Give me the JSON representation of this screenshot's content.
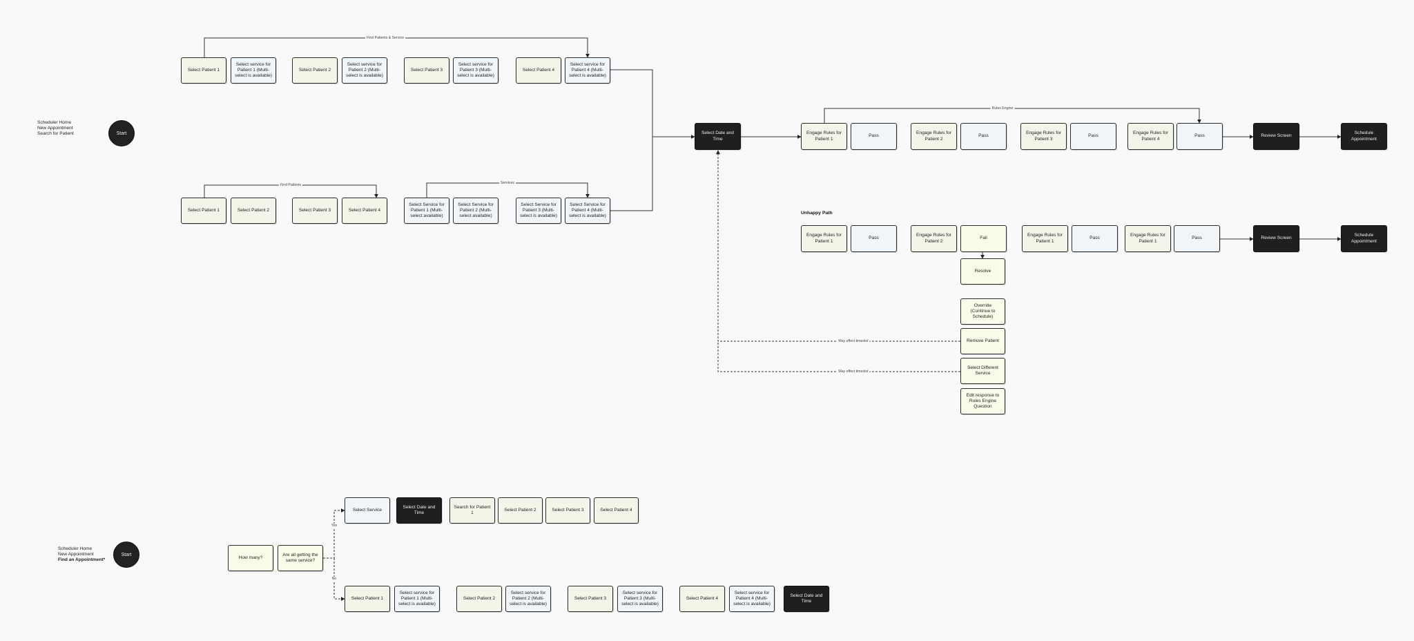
{
  "flow_a": {
    "context": [
      "Scheduler Home",
      "New Appointment",
      "Search for Patient"
    ],
    "start_label": "Start",
    "top_group_label": "Find Patients & Service",
    "top_row": [
      "Select Patient 1",
      "Select service for Patient 1 (Multi-select is available)",
      "Select Patient 2",
      "Select service for Patient 2 (Multi-select is available)",
      "Select Patient 3",
      "Select service for Patient 3 (Multi-select is available)",
      "Select Patient 4",
      "Select service for Patient 4 (Multi-select is available)"
    ],
    "patients_group_label": "Find Patients",
    "services_group_label": "Services",
    "bottom_row": [
      "Select Patient 1",
      "Select Patient 2",
      "Select Patient 3",
      "Select Patient 4",
      "Select Service for Patient 1 (Multi-select available)",
      "Select Service for Patient 2 (Multi-select available)",
      "Select Service for Patient 3 (Multi-select is available)",
      "Select Service for Patient 4 (Multi-select is available)"
    ],
    "select_date_time": "Select Date and Time",
    "rules_engine_label": "Rules Engine",
    "happy_row": [
      "Engage Rules for Patient 1",
      "Pass",
      "Engage Rules for Patient 2",
      "Pass",
      "Engage Rules for Patient 3",
      "Pass",
      "Engage Rules for Patient 4",
      "Pass"
    ],
    "review_screen": "Review Screen",
    "schedule_appointment": "Schedule Appointment",
    "unhappy_label": "Unhappy Path",
    "unhappy_row": [
      "Engage Rules for Patient 1",
      "Pass",
      "Engage Rules for Patient 2",
      "Fail",
      "Engage Rules for Patient 1",
      "Pass",
      "Engage Rules for Patient 1",
      "Pass"
    ],
    "review_screen_2": "Review Screen",
    "schedule_appointment_2": "Schedule Appointment",
    "resolve": "Resolve",
    "options": [
      "Override (Continue to Schedule)",
      "Remove Patient",
      "Select Different Service",
      "Edit response to Rules Engine Question"
    ],
    "may_effect_1": "May effect timeslot",
    "may_effect_2": "May effect timeslot"
  },
  "flow_b": {
    "context": [
      "Scheduler Home",
      "New Appointment",
      "Find an Appointment*"
    ],
    "start_label": "Start",
    "how_many": "How many?",
    "same_service": "Are all getting the same service?",
    "yes_label": "Yes",
    "no_label": "No",
    "yes_row": [
      "Select Service",
      "Select Date and Time",
      "Search for Patient 1",
      "Select Patient 2",
      "Select Patient 3",
      "Select Patient 4"
    ],
    "no_row": [
      "Select Patient 1",
      "Select service for Patient 1 (Multi-select is available)",
      "Select Patient 2",
      "Select service for Patient 2 (Multi-select is available)",
      "Select Patient 3",
      "Select service for Patient 3 (Multi-select is available)",
      "Select Patient 4",
      "Select service for Patient 4 (Multi-select is available)",
      "Select Date and Time"
    ]
  },
  "colors": {
    "green_node": "#f1f6e8",
    "blue_node": "#f0f5fa",
    "yellow_node": "#fbfbea",
    "dark_node": "#1f1f1f",
    "background": "#f9f9f9"
  }
}
